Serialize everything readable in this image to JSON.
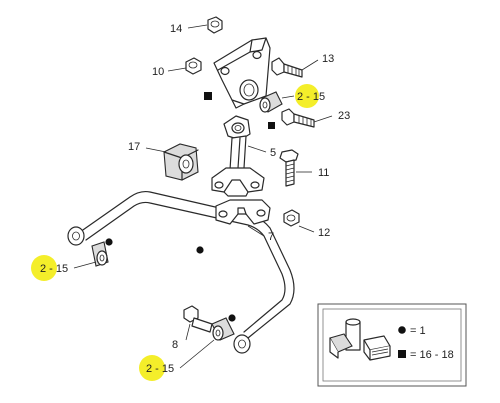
{
  "part_labels": {
    "p14": "14",
    "p13": "13",
    "p10": "10",
    "p2_15_top": "2 - 15",
    "p23": "23",
    "p17": "17",
    "p5": "5",
    "p11": "11",
    "p7": "7",
    "p12": "12",
    "p2_15_left": "2 - 15",
    "p8": "8",
    "p2_15_bottom": "2 - 15"
  },
  "legend": {
    "circle_text": "= 1",
    "square_text": "= 16 - 18"
  },
  "colors": {
    "line": "#2a2a2a",
    "highlight": "#f4ee2a",
    "legend_border": "#555555"
  }
}
